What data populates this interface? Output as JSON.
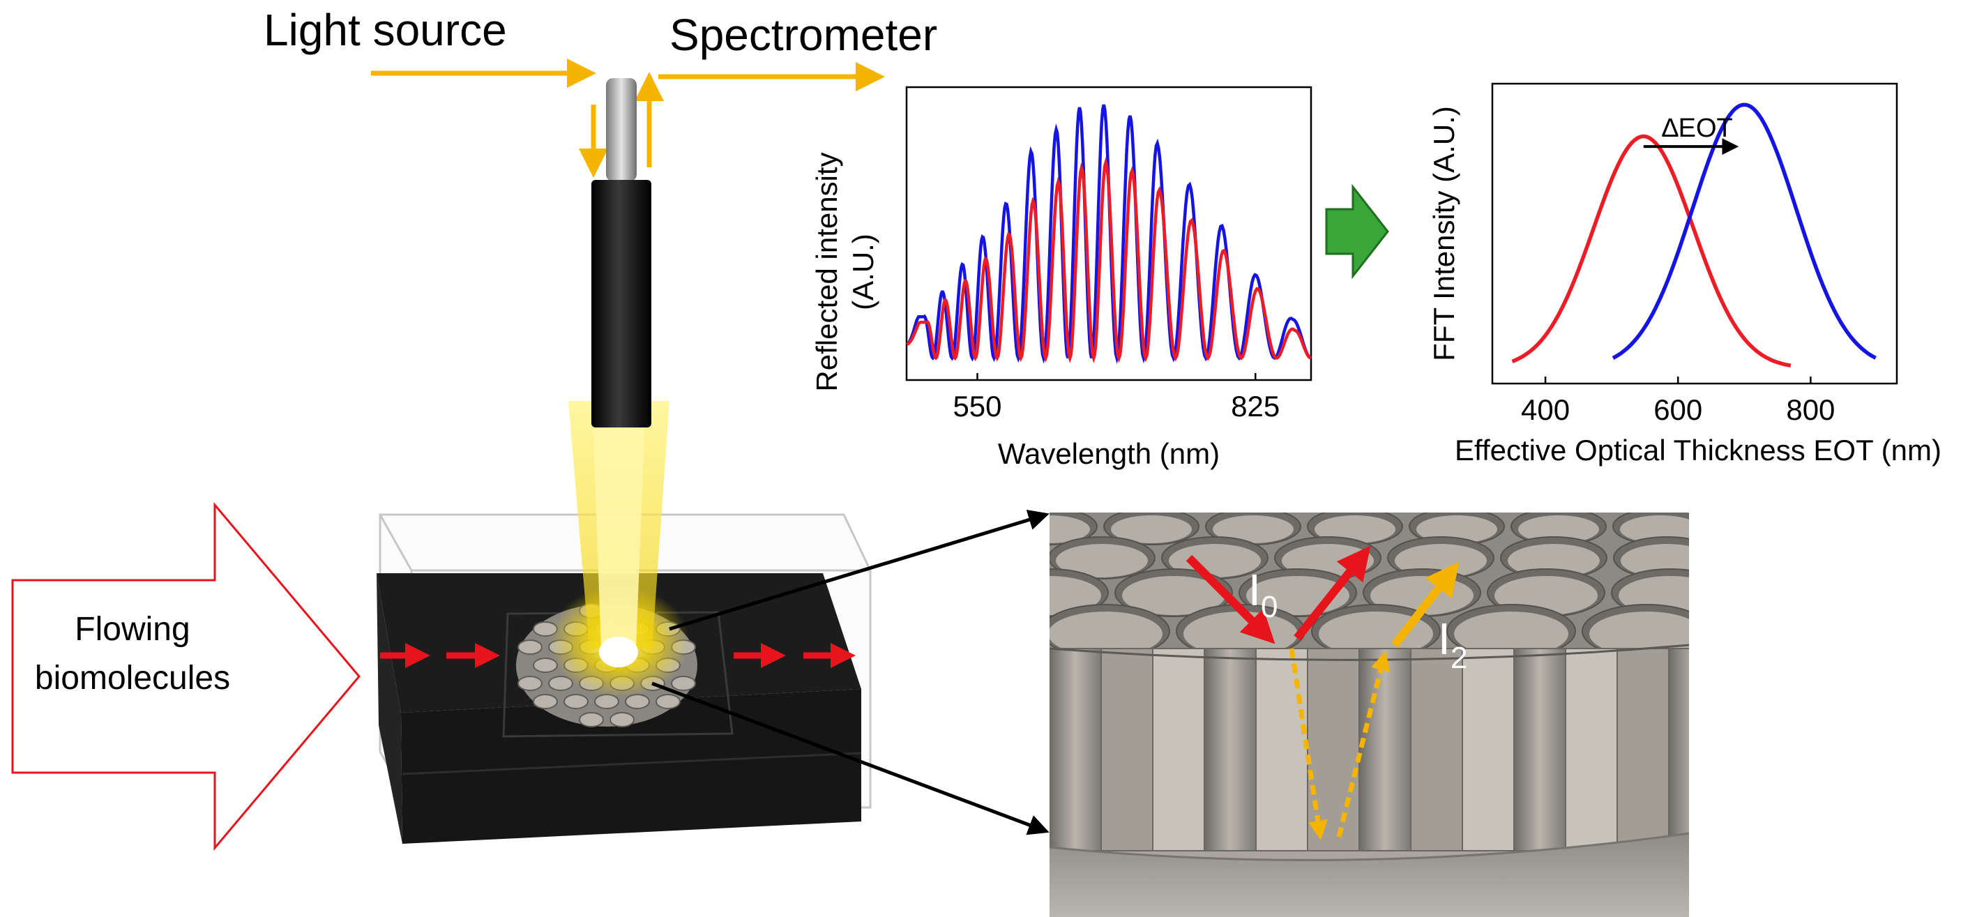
{
  "labels": {
    "light_source": "Light source",
    "spectrometer": "Spectrometer",
    "flowing_line1": "Flowing",
    "flowing_line2": "biomolecules",
    "i0_main": "I",
    "i0_sub": "0",
    "i2_main": "I",
    "i2_sub": "2"
  },
  "colors": {
    "signal_orange": "#f5b400",
    "flow_red": "#e8141b",
    "process_green": "#3aa63a",
    "series_blue": "#1414e6",
    "series_red": "#ee1c24",
    "device_dark": "#1c1c1c",
    "pore_grey": "#8f8c86"
  },
  "chart_data": [
    {
      "type": "line",
      "xlabel": "Wavelength (nm)",
      "ylabel_line1": "Reflected intensity",
      "ylabel_line2": "(A.U.)",
      "xlim": [
        480,
        880
      ],
      "ylim": [
        0,
        1
      ],
      "xticks": [
        550,
        825
      ],
      "grid": false,
      "series": [
        {
          "color": "#1414e6",
          "x": [
            497,
            515,
            535,
            555,
            578,
            603,
            628,
            651,
            675,
            701,
            728,
            760,
            792,
            826,
            862
          ],
          "peaks": [
            0.23,
            0.32,
            0.42,
            0.52,
            0.64,
            0.83,
            0.91,
            0.99,
            1.0,
            0.96,
            0.86,
            0.71,
            0.56,
            0.38,
            0.22
          ]
        },
        {
          "color": "#ee1c24",
          "x": [
            500,
            518,
            538,
            558,
            581,
            605,
            630,
            653,
            677,
            703,
            730,
            762,
            794,
            828,
            864
          ],
          "peaks": [
            0.21,
            0.29,
            0.36,
            0.44,
            0.53,
            0.65,
            0.72,
            0.77,
            0.79,
            0.76,
            0.69,
            0.58,
            0.47,
            0.33,
            0.18
          ]
        }
      ]
    },
    {
      "type": "line",
      "xlabel": "Effective Optical Thickness EOT (nm)",
      "ylabel": "FFT Intensity (A.U.)",
      "annotation": "∆EOT",
      "xlim": [
        320,
        930
      ],
      "ylim": [
        0,
        1
      ],
      "xticks": [
        400,
        600,
        800
      ],
      "grid": false,
      "series": [
        {
          "color": "#ee1c24",
          "center": 548,
          "sigma": 75,
          "amplitude": 0.88,
          "x_range": [
            350,
            770
          ]
        },
        {
          "color": "#1414e6",
          "center": 700,
          "sigma": 78,
          "amplitude": 1.0,
          "x_range": [
            502,
            900
          ]
        }
      ]
    }
  ]
}
